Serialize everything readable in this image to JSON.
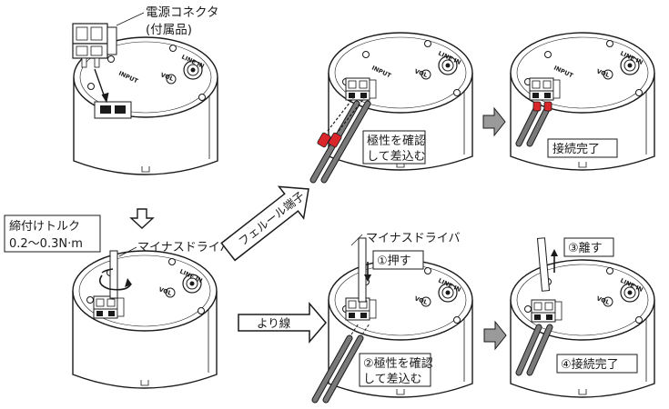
{
  "labels": {
    "connector_line1": "電源コネクタ",
    "connector_line2": "(付属品)",
    "torque_line1": "締付けトルク",
    "torque_line2": "0.2～0.3N·m",
    "driver_top": "マイナスドライバ",
    "driver_bottom": "マイナスドライバ",
    "ferrule_arrow": "フェルール端子",
    "stranded_arrow": "より線",
    "check_polarity_line1": "極性を確認",
    "check_polarity_line2": "して差込む",
    "connection_done": "接続完了",
    "step1_push": "①押す",
    "step2_line1": "②極性を確認",
    "step2_line2": "して差込む",
    "step3_release": "③離す",
    "step4_done": "④接続完了"
  },
  "device_labels": {
    "line_in": "LINE IN",
    "vol": "VOL",
    "input": "INPUT"
  },
  "colors": {
    "line": "#1a1a1a",
    "ferrule_red": "#d9262b",
    "wire_gray": "#7a7a7a",
    "step_arrow": "#9a9a9a"
  }
}
